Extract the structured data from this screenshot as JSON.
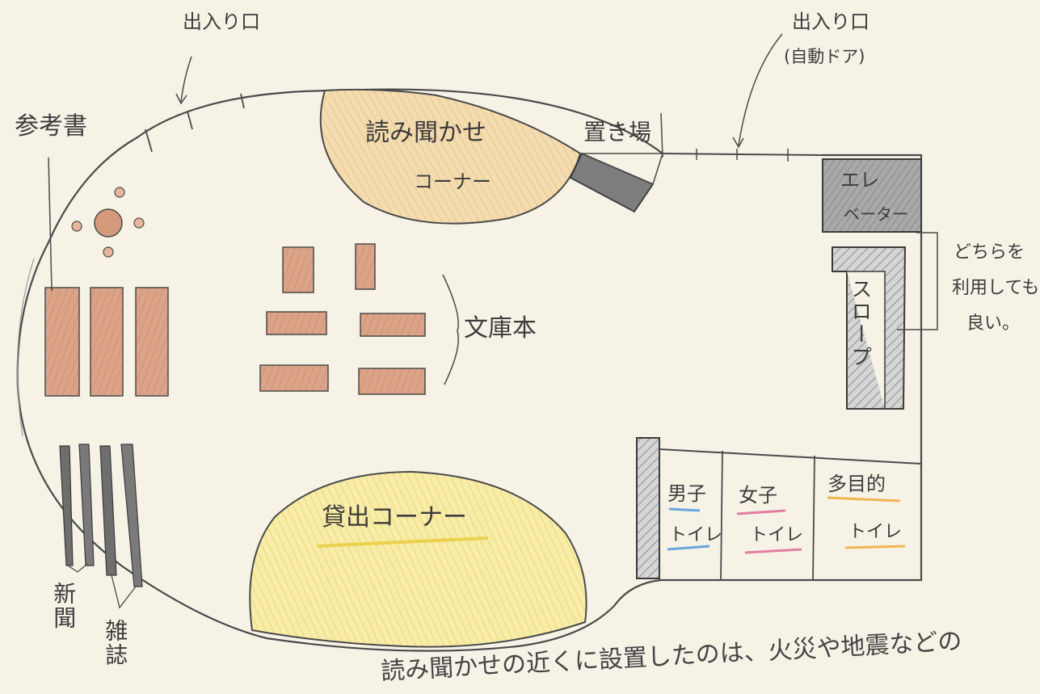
{
  "labels": {
    "entrance_1": "出入り口",
    "entrance_2": "出入り口",
    "entrance_2_sub": "(自動ドア)",
    "reference_books": "参考書",
    "storytelling_corner_1": "読み聞かせ",
    "storytelling_corner_2": "コーナー",
    "storage": "置き場",
    "elevator_1": "エレ",
    "elevator_2": "ベーター",
    "slope": "スロープ",
    "either_ok_1": "どちらを",
    "either_ok_2": "利用しても",
    "either_ok_3": "良い。",
    "paperbacks": "文庫本",
    "lending_corner": "貸出コーナー",
    "mens_toilet_1": "男子",
    "mens_toilet_2": "トイレ",
    "womens_toilet_1": "女子",
    "womens_toilet_2": "トイレ",
    "multipurpose_toilet_1": "多目的",
    "multipurpose_toilet_2": "トイレ",
    "newspapers": "新聞",
    "magazines": "雑誌",
    "bottom_note": "読み聞かせの近くに設置したのは、火災や地震などの"
  },
  "colors": {
    "paper": "#f6f2e6",
    "outline": "#4a4a4a",
    "shelf_brown": "#d9a184",
    "story_orange": "#f2d8a8",
    "lending_yellow": "#f6e9a0",
    "elevator_gray": "#9d9d9d",
    "stand_gray": "#707070",
    "mens_blue": "#6aa7dd",
    "womens_pink": "#e07fa0",
    "multi_orange": "#f0b650",
    "yellow_line": "#ecd14e"
  }
}
